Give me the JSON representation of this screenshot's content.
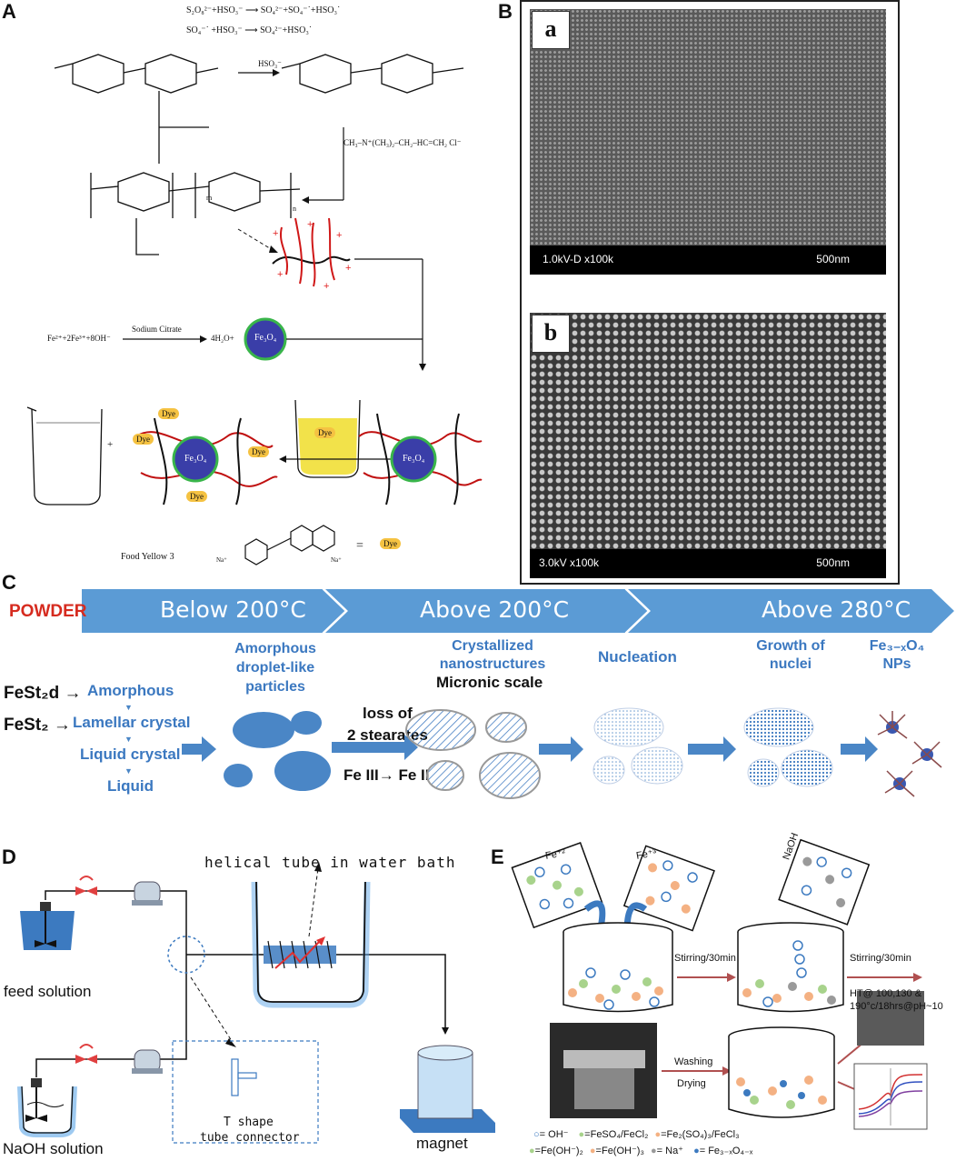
{
  "panels": {
    "a": "A",
    "b": "B",
    "c": "C",
    "d": "D",
    "e": "E"
  },
  "panelA": {
    "eq1": "S₂O₈²⁻+HSO₃⁻ ⟶ SO₄²⁻+SO₄⁻˙+HSO₃˙",
    "eq2": "SO₄⁻˙ +HSO₃⁻ ⟶ SO₄²⁻+HSO₃˙",
    "reagent1": "HSO₃⁻",
    "reagent2": "CH₃–N⁺(CH₃)₂–CH₂–HC=CH₂ Cl⁻",
    "sodium_citrate": "Sodium Citrate",
    "fe_eq_left": "Fe²⁺+2Fe³⁺+8OH⁻",
    "fe_eq_right": "4H₂O+",
    "fe3o4": "Fe₃O₄",
    "dye": "Dye",
    "food_yellow": "Food Yellow 3",
    "equals": "=",
    "plus": "+",
    "subscript_m": "m",
    "subscript_n": "n",
    "na": "Na⁺"
  },
  "panelB": {
    "a_tag": "a",
    "b_tag": "b",
    "a_info": "1.0kV-D x100k",
    "a_scale": "500nm",
    "b_info": "3.0kV x100k",
    "b_scale": "500nm"
  },
  "panelC": {
    "powder": "POWDER",
    "stage1": "Below 200°C",
    "stage2": "Above 200°C",
    "stage3": "Above 280°C",
    "fest2d": "FeSt₂d →",
    "fest2": "FeSt₂ →",
    "amorphous": "Amorphous",
    "lamellar": "Lamellar crystal",
    "liquid_crystal": "Liquid crystal",
    "liquid": "Liquid",
    "amorph_particles": [
      "Amorphous",
      "droplet-like",
      "particles"
    ],
    "loss": [
      "loss of",
      "2 stearates"
    ],
    "fe_change": "Fe III→ Fe II",
    "crystallized": [
      "Crystallized",
      "nanostructures"
    ],
    "micronic": "Micronic scale",
    "nucleation": "Nucleation",
    "growth": [
      "Growth of",
      "nuclei"
    ],
    "nps": [
      "Fe₃₋ₓO₄",
      "NPs"
    ]
  },
  "panelD": {
    "helical": "helical tube in water bath",
    "feed": "feed solution",
    "naoh": "NaOH solution",
    "tshape": [
      "T shape",
      "tube connector"
    ],
    "magnet": "magnet"
  },
  "panelE": {
    "fe2": "Fe⁺²",
    "fe3": "Fe⁺³",
    "naoh": "NaOH",
    "stir1": "Stirring/30min",
    "stir2": "Stirring/30min",
    "ht": [
      "HT@ 100,130 &",
      "190°c/18hrs@pH~10"
    ],
    "washing": "Washing",
    "drying": "Drying",
    "legend1": [
      "= OH⁻",
      "=FeSO₄/FeCl₂",
      "=Fe₂(SO₄)₃/FeCl₃"
    ],
    "legend2": [
      "=Fe(OH⁻)₂",
      "=Fe(OH⁻)₃",
      "= Na⁺",
      "= Fe₃₋ₓO₄₋ₓ"
    ]
  },
  "colors": {
    "arrow_blue": "#4a86c6",
    "chevron": "#5b9bd5",
    "powder_red": "#d62b1f",
    "plus_red": "#e02020"
  }
}
